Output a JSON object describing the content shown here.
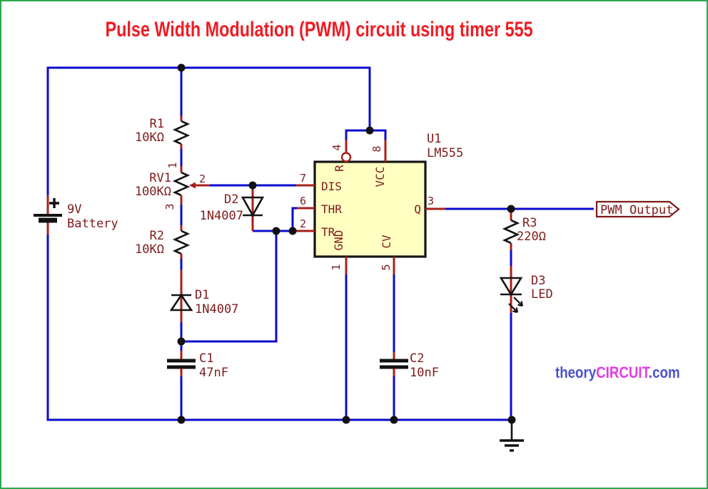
{
  "colors": {
    "wire": "#0B0BD0",
    "pin": "#A8201A",
    "label": "#7E1B1B",
    "component": "#141414",
    "ic-fill": "#FFFFC2",
    "title": "#EE1D25",
    "border": "#2BA94F",
    "logo-blue": "#4A52C9",
    "logo-magenta": "#E33BE3"
  },
  "title": "Pulse Width Modulation (PWM) circuit using timer 555",
  "watermark": {
    "theory": "theory",
    "circuit": "CIRCUIT",
    "com": ".com"
  },
  "net_labels": {
    "pwm_output": "PWM_Output"
  },
  "components": {
    "battery": {
      "value": "9V",
      "name": "Battery"
    },
    "r1": {
      "ref": "R1",
      "value": "10KΩ"
    },
    "rv1": {
      "ref": "RV1",
      "value": "100KΩ",
      "pin1": "1",
      "pin2": "2",
      "pin3": "3"
    },
    "r2": {
      "ref": "R2",
      "value": "10KΩ"
    },
    "r3": {
      "ref": "R3",
      "value": "220Ω"
    },
    "d1": {
      "ref": "D1",
      "value": "1N4007"
    },
    "d2": {
      "ref": "D2",
      "value": "1N4007"
    },
    "d3": {
      "ref": "D3",
      "value": "LED"
    },
    "c1": {
      "ref": "C1",
      "value": "47nF"
    },
    "c2": {
      "ref": "C2",
      "value": "10nF"
    },
    "u1": {
      "ref": "U1",
      "value": "LM555",
      "pins": {
        "dis": {
          "num": "7",
          "name": "DIS"
        },
        "thr": {
          "num": "6",
          "name": "THR"
        },
        "tr": {
          "num": "2",
          "name": "TR"
        },
        "r": {
          "num": "4",
          "name": "R"
        },
        "vcc": {
          "num": "8",
          "name": "VCC"
        },
        "q": {
          "num": "3",
          "name": "Q"
        },
        "gnd": {
          "num": "1",
          "name": "GND"
        },
        "cv": {
          "num": "5",
          "name": "CV"
        }
      }
    }
  }
}
